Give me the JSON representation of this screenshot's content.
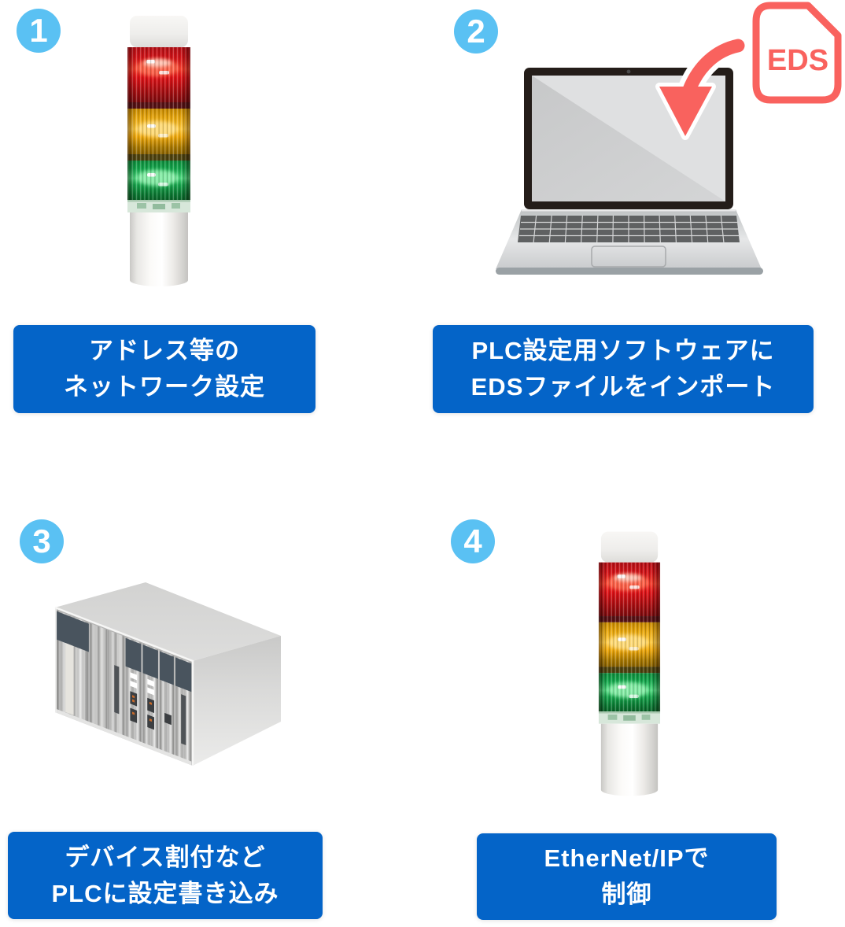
{
  "figure": {
    "type": "process-steps",
    "steps": [
      {
        "number": "1",
        "illustration": "signal-tower",
        "label_lines": [
          "アドレス等の",
          "ネットワーク設定"
        ]
      },
      {
        "number": "2",
        "illustration": "laptop-eds-import",
        "label_lines": [
          "PLC設定用ソフトウェアに",
          "EDSファイルをインポート"
        ]
      },
      {
        "number": "3",
        "illustration": "plc-rack",
        "label_lines": [
          "デバイス割付など",
          "PLCに設定書き込み"
        ]
      },
      {
        "number": "4",
        "illustration": "signal-tower",
        "label_lines": [
          "EtherNet/IPで",
          "制御"
        ]
      }
    ],
    "eds_file_label": "EDS",
    "colors": {
      "label_blue": "#0464c8",
      "badge_blue": "#5ac1f3",
      "coral": "#f9625e",
      "tower_red": "#e01217",
      "tower_amber": "#f0a80a",
      "tower_green": "#17a54c"
    }
  }
}
